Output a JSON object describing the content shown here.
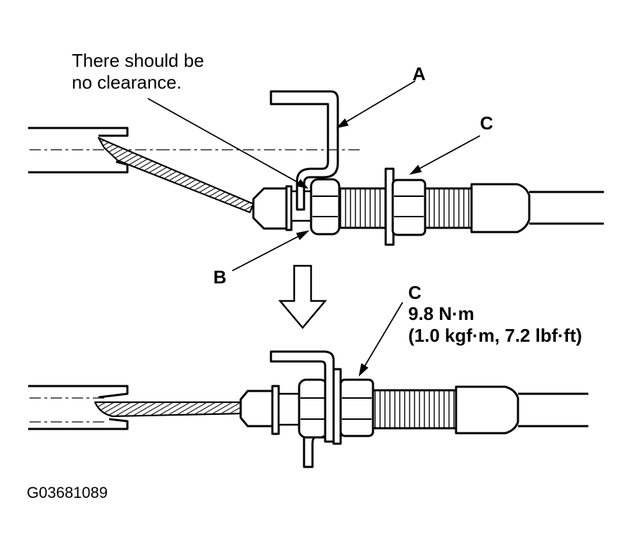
{
  "note": {
    "line1": "There should be",
    "line2": "no clearance."
  },
  "labels": {
    "a": "A",
    "b": "B",
    "c_top": "C",
    "c_bottom": "C"
  },
  "torque": {
    "primary": "9.8 N·m",
    "secondary": "(1.0 kgf·m, 7.2 lbf·ft)"
  },
  "figure_code": "G03681089",
  "colors": {
    "ink": "#000000",
    "paper": "#ffffff"
  }
}
